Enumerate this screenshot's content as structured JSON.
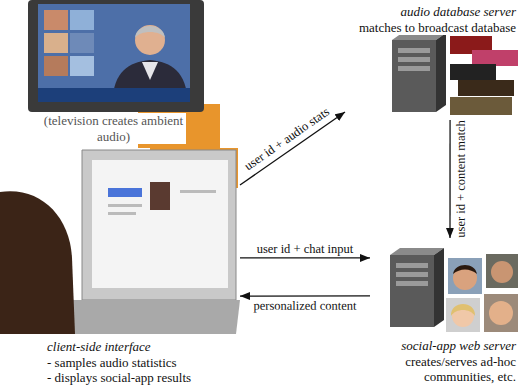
{
  "diagram": {
    "nodes": [
      {
        "text": [
          "(television creates ambient audio)"
        ]
      },
      {
        "text": [
          "audio database server",
          "matches to broadcast database"
        ]
      },
      {
        "text": [
          "social-app web server",
          "creates/serves ad-hoc communities, etc."
        ]
      },
      {
        "text": [
          "client-side interface",
          "- samples audio statistics",
          "- displays social-app results"
        ]
      }
    ],
    "edges": [
      {
        "from": 3,
        "to": 1,
        "label": "user id + audio stats",
        "arrow": "to"
      },
      {
        "from": 1,
        "to": 2,
        "label": "user id + content match",
        "arrow": "to"
      },
      {
        "from": 3,
        "to": 2,
        "label": "user id + chat input",
        "arrow": "to"
      },
      {
        "from": 2,
        "to": 3,
        "label": "personalized content",
        "arrow": "to"
      }
    ]
  }
}
